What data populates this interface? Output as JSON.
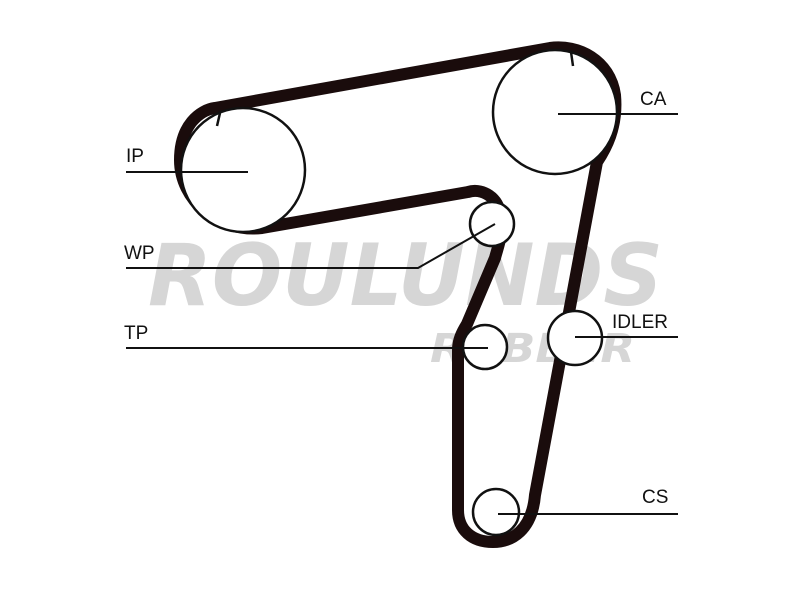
{
  "diagram": {
    "labels": {
      "ip": "IP",
      "ca": "CA",
      "wp": "WP",
      "tp": "TP",
      "idler": "IDLER",
      "cs": "CS"
    },
    "watermark": {
      "line1": "ROULUNDS",
      "line2": "RUBBER"
    },
    "colors": {
      "belt": "#1a0c0c",
      "line": "#111111",
      "watermark": "#d6d6d6"
    }
  }
}
